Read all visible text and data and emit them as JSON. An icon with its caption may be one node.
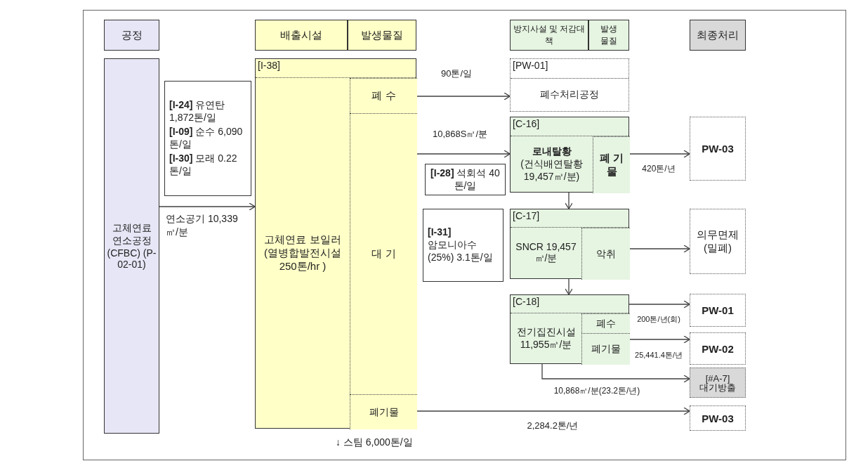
{
  "diagram": {
    "nodes": [
      {
        "text": [
          "공정"
        ]
      },
      {
        "text": [
          "배출시설"
        ]
      },
      {
        "text": [
          "발생물질"
        ]
      },
      {
        "text": [
          "방지사설 및 저감대책"
        ]
      },
      {
        "text": [
          "발생 물질"
        ]
      },
      {
        "text": [
          "최종처리"
        ]
      },
      {
        "text": [
          "고체연료 연소공정 (CFBC) (P-02-01)"
        ]
      },
      {
        "text": [
          "**[I-24]** 유연탄 1,872톤/일",
          "**[I-09]** 순수 6,090톤/일",
          "**[I-30]** 모래 0.22톤/일"
        ]
      },
      {
        "text": [
          "[I-38]",
          "고체연료 보일러 (열병합발전시설 250톤/hr )"
        ]
      },
      {
        "text": [
          "폐 수"
        ],
        "in": 8
      },
      {
        "text": [
          "대 기"
        ],
        "in": 8
      },
      {
        "text": [
          "폐기물"
        ],
        "in": 8
      },
      {
        "text": [
          "[PW-01]",
          "폐수처리공정"
        ]
      },
      {
        "text": [
          "[C-16]",
          "로내탈황",
          "(건식배연탈황 19,457㎥/분)"
        ]
      },
      {
        "text": [
          "폐 기 물"
        ],
        "in": 13
      },
      {
        "text": [
          "**[I-28]** 석회석 40톤/일"
        ]
      },
      {
        "text": [
          "[I-31]",
          "암모니아수 (25%) 3.1톤/일"
        ]
      },
      {
        "text": [
          "[C-17]",
          "SNCR 19,457㎥/분"
        ]
      },
      {
        "text": [
          "악취"
        ],
        "in": 17
      },
      {
        "text": [
          "[C-18]",
          "전기집진시설 11,955㎥/분"
        ]
      },
      {
        "text": [
          "폐수"
        ],
        "in": 19
      },
      {
        "text": [
          "폐기물"
        ],
        "in": 19
      },
      {
        "text": [
          "PW-03"
        ]
      },
      {
        "text": [
          "의무면제 (밀폐)"
        ]
      },
      {
        "text": [
          "PW-01"
        ]
      },
      {
        "text": [
          "PW-02"
        ]
      },
      {
        "text": [
          "[#A-7]",
          "대기방출"
        ]
      },
      {
        "text": [
          "PW-03"
        ]
      }
    ],
    "edges": [
      {
        "from": 6,
        "to": 8,
        "arrow": "to",
        "label": "연소공기 10,339㎥/분"
      },
      {
        "from": 9,
        "to": 12,
        "arrow": "to",
        "label": "90톤/일"
      },
      {
        "from": 10,
        "to": 13,
        "arrow": "to",
        "label": "10,868S㎥/분"
      },
      {
        "from": 14,
        "to": 22,
        "arrow": "to",
        "label": "420톤/년"
      },
      {
        "from": 13,
        "to": 17,
        "arrow": "to"
      },
      {
        "from": 18,
        "to": 23,
        "arrow": "to"
      },
      {
        "from": 17,
        "to": 19,
        "arrow": "to"
      },
      {
        "from": 20,
        "to": 24,
        "arrow": "to",
        "label": "200톤/년(회)"
      },
      {
        "from": 21,
        "to": 25,
        "arrow": "to",
        "label": "25,441.4톤/년"
      },
      {
        "from": 19,
        "to": 26,
        "arrow": "to",
        "label": "10,868㎥/분(23.2톤/년)"
      },
      {
        "from": 11,
        "to": 27,
        "arrow": "to",
        "label": "2,284.2톤/년"
      }
    ],
    "labels": [
      "↓ 스팀 6,000톤/일"
    ]
  }
}
